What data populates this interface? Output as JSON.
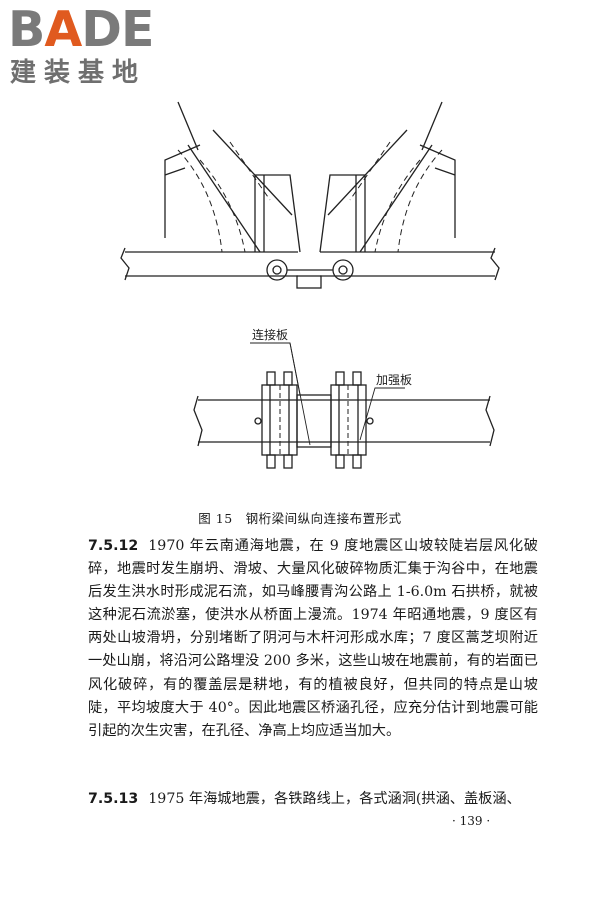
{
  "logo": {
    "brand_prefix": "B",
    "brand_accent": "A",
    "brand_suffix": "DE",
    "subtitle": "建装基地",
    "accent_color": "#e05a1f"
  },
  "figure": {
    "label_connection_plate": "连接板",
    "label_stiffener_plate": "加强板",
    "caption": "图 15　钢桁梁间纵向连接布置形式"
  },
  "sections": [
    {
      "number": "7.5.12",
      "text": "1970 年云南通海地震，在 9 度地震区山坡较陡岩层风化破碎，地震时发生崩坍、滑坡、大量风化破碎物质汇集于沟谷中，在地震后发生洪水时形成泥石流，如马峰腰青沟公路上 1-6.0m 石拱桥，就被这种泥石流淤塞，使洪水从桥面上漫流。1974 年昭通地震，9 度区有两处山坡滑坍，分别堵断了阴河与木杆河形成水库；7 度区蒿芝坝附近一处山崩，将沿河公路埋没 200 多米，这些山坡在地震前，有的岩面已风化破碎，有的覆盖层是耕地，有的植被良好，但共同的特点是山坡陡，平均坡度大于 40°。因此地震区桥涵孔径，应充分估计到地震可能引起的次生灾害，在孔径、净高上均应适当加大。"
    },
    {
      "number": "7.5.13",
      "text": "1975 年海城地震，各铁路线上，各式涵洞(拱涵、盖板涵、"
    }
  ],
  "page_number": "· 139 ·"
}
